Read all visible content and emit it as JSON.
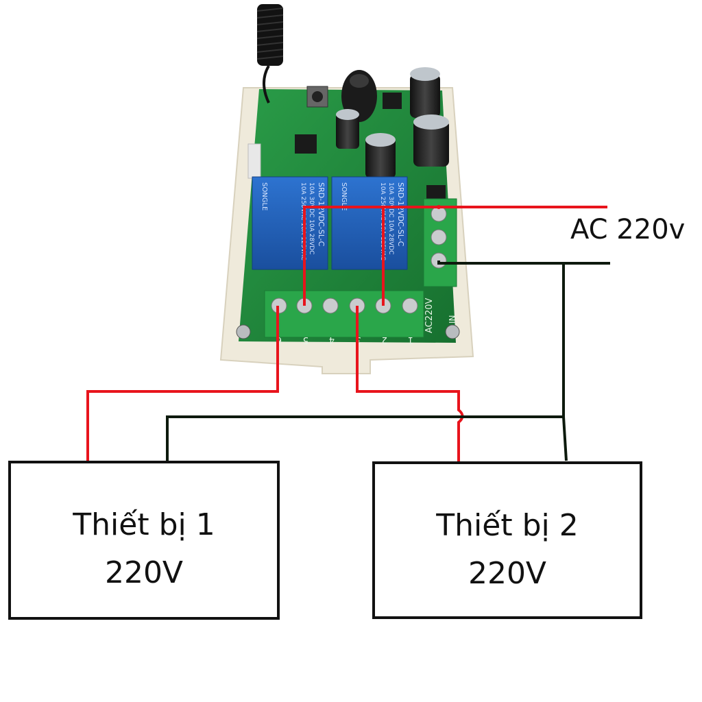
{
  "supply": {
    "label": "AC 220v",
    "line_color": "#e8141c",
    "neutral_color": "#0d1a0d"
  },
  "board": {
    "terminal_numbers": [
      "6",
      "5",
      "4",
      "3",
      "2",
      "1"
    ],
    "ac_terminal_label": "AC220V",
    "in_label": "IN",
    "relays": [
      {
        "brand": "SONGLE",
        "spec_1": "10A 250VAC 10A 125VAC",
        "spec_2": "10A 30VDC 10A 28VDC",
        "model": "SRD-12VDC-SL-C"
      },
      {
        "brand": "SONGLE",
        "spec_1": "10A 250VAC 10A 125VAC",
        "spec_2": "10A 30VDC 10A 28VDC",
        "model": "SRD-12VDC-SL-C"
      }
    ],
    "pcb_color": "#1f8a3c",
    "relay_color": "#1f5fb8",
    "terminal_color": "#2aa64a"
  },
  "devices": [
    {
      "name": "Thiết bị 1",
      "voltage": "220V"
    },
    {
      "name": "Thiết bị 2",
      "voltage": "220V"
    }
  ]
}
